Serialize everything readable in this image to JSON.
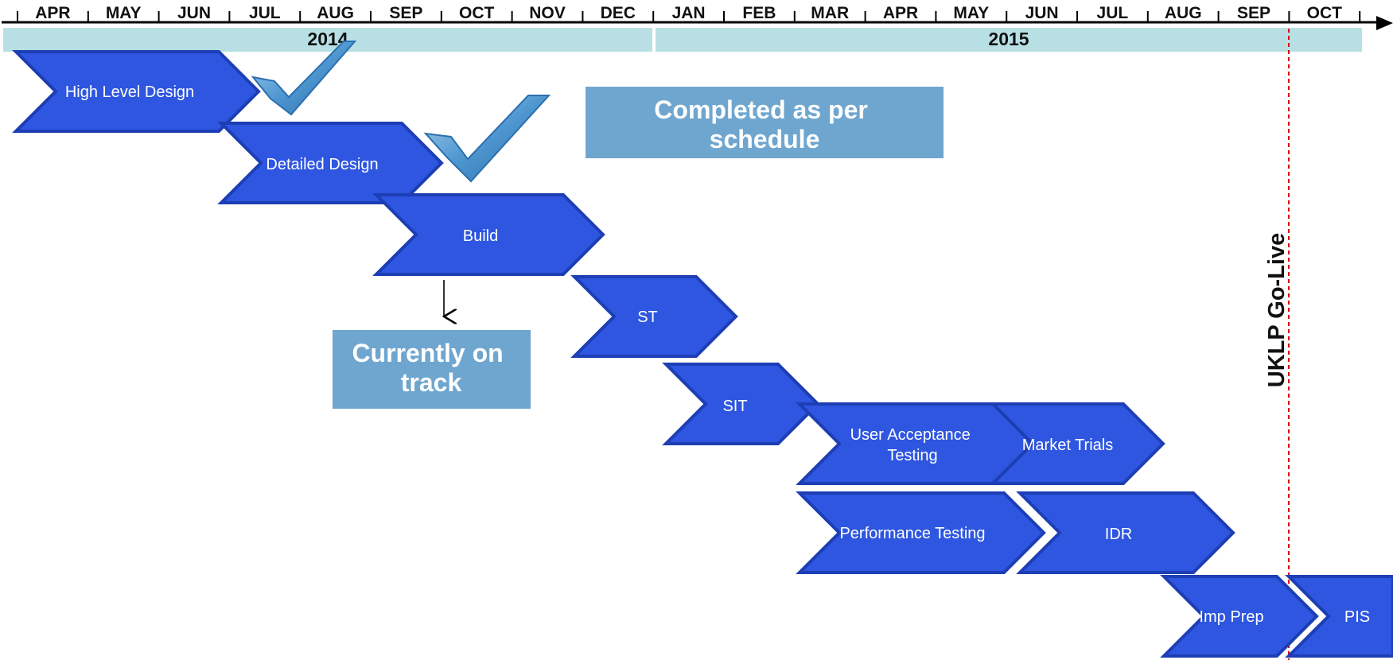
{
  "timeline": {
    "months": [
      "APR",
      "MAY",
      "JUN",
      "JUL",
      "AUG",
      "SEP",
      "OCT",
      "NOV",
      "DEC",
      "JAN",
      "FEB",
      "MAR",
      "APR",
      "MAY",
      "JUN",
      "JUL",
      "AUG",
      "SEP",
      "OCT"
    ],
    "years": [
      "2014",
      "2015"
    ]
  },
  "phases": [
    {
      "label": "High Level Design"
    },
    {
      "label": "Detailed Design"
    },
    {
      "label": "Build"
    },
    {
      "label": "ST"
    },
    {
      "label": "SIT"
    },
    {
      "label": "User Acceptance Testing"
    },
    {
      "label": "Market Trials"
    },
    {
      "label": "Performance Testing"
    },
    {
      "label": "IDR"
    },
    {
      "label": "Imp Prep"
    },
    {
      "label": "PIS"
    }
  ],
  "callouts": {
    "completed": "Completed as per schedule",
    "on_track": "Currently on track"
  },
  "milestone": {
    "label": "UKLP Go-Live"
  },
  "colors": {
    "chevron_fill": "#2e56e0",
    "chevron_stroke": "#1d3eb4",
    "year_band": "#b8e0e4",
    "callout_box": "#6fa6cf",
    "milestone_line": "#e00000",
    "check_fill": "#5ea3d6"
  },
  "icons": [
    "checkmark-icon",
    "checkmark-icon",
    "down-arrow-icon"
  ]
}
